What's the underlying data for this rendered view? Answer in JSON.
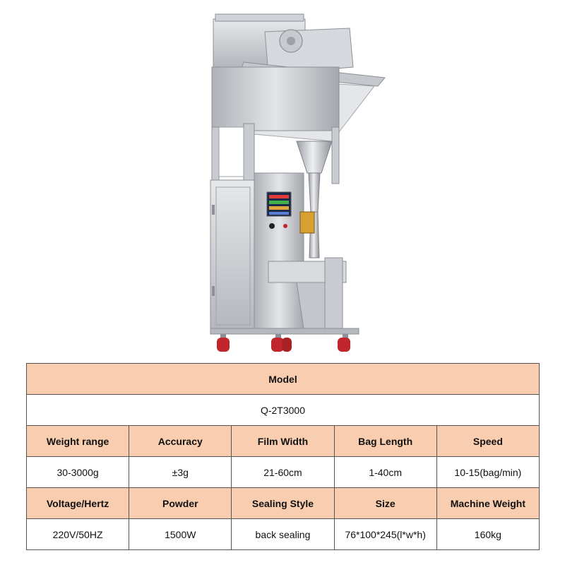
{
  "colors": {
    "header_fill": "#f9cdaf",
    "border": "#555555",
    "steel_light": "#d9dbde",
    "steel_mid": "#b9bcc1",
    "steel_dark": "#8d9096",
    "wheel_red": "#c0262b"
  },
  "product_image": {
    "icon": "packing-machine-icon"
  },
  "table": {
    "model_header": "Model",
    "model_value": "Q-2T3000",
    "row1_headers": [
      "Weight range",
      "Accuracy",
      "Film Width",
      "Bag Length",
      "Speed"
    ],
    "row1_values": [
      "30-3000g",
      "±3g",
      "21-60cm",
      "1-40cm",
      "10-15(bag/min)"
    ],
    "row2_headers": [
      "Voltage/Hertz",
      "Powder",
      "Sealing Style",
      "Size",
      "Machine Weight"
    ],
    "row2_values": [
      "220V/50HZ",
      "1500W",
      "back sealing",
      "76*100*245(l*w*h)",
      "160kg"
    ]
  }
}
